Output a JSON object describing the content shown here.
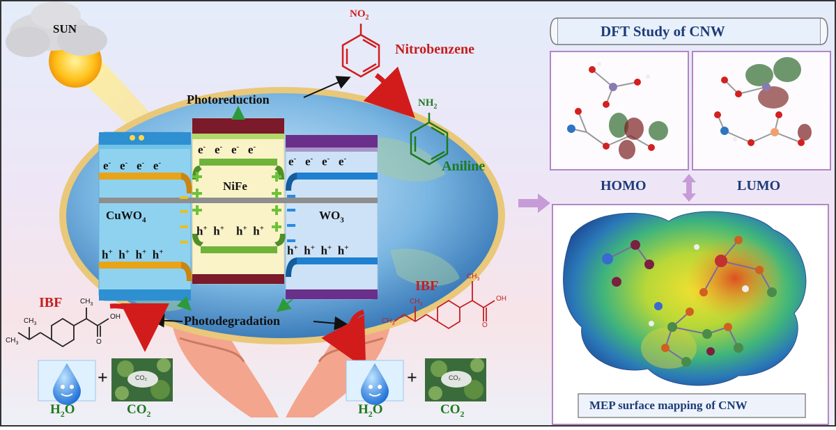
{
  "sun": {
    "label": "SUN"
  },
  "process": {
    "photoreduction": "Photoreduction",
    "photodegradation": "Photodegradation"
  },
  "reactants": {
    "nitrobenzene": {
      "name": "Nitrobenzene",
      "group": "NO",
      "group_sub": "2"
    },
    "aniline": {
      "name": "Aniline",
      "group": "NH",
      "group_sub": "2"
    }
  },
  "semiconductors": {
    "left": {
      "name": "CuWO",
      "sub": "4",
      "electrons": [
        "e",
        "e",
        "e",
        "e"
      ],
      "holes": [
        "h",
        "h",
        "h",
        "h"
      ]
    },
    "middle": {
      "name": "NiFe",
      "electrons": [
        "e",
        "e",
        "e",
        "e"
      ],
      "holes": [
        "h",
        "h",
        "h",
        "h"
      ]
    },
    "right": {
      "name": "WO",
      "sub": "3",
      "electrons": [
        "e",
        "e",
        "e",
        "e"
      ],
      "holes": [
        "h",
        "h",
        "h",
        "h"
      ]
    }
  },
  "charges": {
    "electron_sup": "-",
    "hole_sup": "+",
    "plus": "+",
    "minus": "-"
  },
  "ibf": {
    "label": "IBF",
    "atoms": {
      "ch3": "CH",
      "ch3_sub": "3",
      "oh": "OH",
      "o": "O"
    }
  },
  "products": {
    "water": "H",
    "water_sub": "2",
    "water_tail": "O",
    "co2": "CO",
    "co2_sub": "2",
    "co2_badge": "CO₂",
    "plus": "+"
  },
  "dft": {
    "title": "DFT Study of CNW",
    "homo": "HOMO",
    "lumo": "LUMO",
    "mep": "MEP surface mapping of CNW"
  },
  "colors": {
    "red_label": "#c41e1e",
    "green_label": "#1e7a1e",
    "navy_label": "#1d3b78",
    "cuwo4_band": "#e8a318",
    "nife_band": "#6fb33a",
    "wo3_band": "#1f7fd0",
    "arrow_purple": "#c79bd8"
  }
}
